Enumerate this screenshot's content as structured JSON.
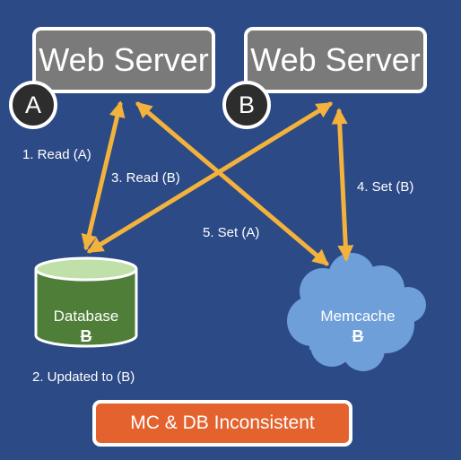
{
  "servers": [
    {
      "title": "Web Server",
      "badge": "A"
    },
    {
      "title": "Web Server",
      "badge": "B"
    }
  ],
  "database": {
    "label": "Database",
    "value": "B",
    "color": "#4f7e38"
  },
  "memcache": {
    "label": "Memcache",
    "value": "B",
    "color": "#6e9fd8"
  },
  "steps": [
    {
      "text": "1. Read (A)"
    },
    {
      "text": "2. Updated to (B)"
    },
    {
      "text": "3. Read (B)"
    },
    {
      "text": "4. Set (B)"
    },
    {
      "text": "5. Set (A)"
    }
  ],
  "status": {
    "text": "MC & DB Inconsistent",
    "color": "#e4622e"
  },
  "colors": {
    "background": "#2c4a86",
    "arrow": "#f3b23c",
    "server": "#7a7a7a"
  }
}
